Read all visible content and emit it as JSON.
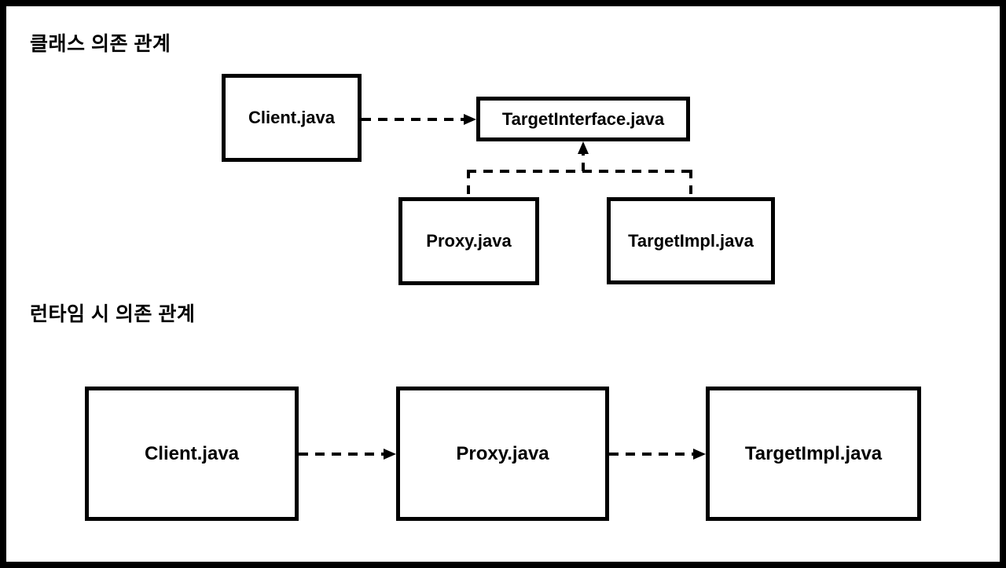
{
  "page": {
    "background_color": "#ffffff",
    "frame_color": "#000000",
    "text_color": "#000000"
  },
  "sections": [
    {
      "id": "class-dependency",
      "title": "클래스 의존 관계"
    },
    {
      "id": "runtime-dependency",
      "title": "런타임 시 의존 관계"
    }
  ],
  "class_diagram": {
    "title": "클래스 의존 관계",
    "nodes": [
      {
        "id": "client",
        "label": "Client.java"
      },
      {
        "id": "targetinterface",
        "label": "TargetInterface.java"
      },
      {
        "id": "proxy",
        "label": "Proxy.java"
      },
      {
        "id": "targetimpl",
        "label": "TargetImpl.java"
      }
    ],
    "edges": [
      {
        "from": "client",
        "to": "targetinterface",
        "style": "dashed",
        "arrow": "solid-filled",
        "kind": "dependency"
      },
      {
        "from": "proxy",
        "to": "targetinterface",
        "style": "dashed",
        "arrow": "solid-filled",
        "kind": "realization"
      },
      {
        "from": "targetimpl",
        "to": "targetinterface",
        "style": "dashed",
        "arrow": "solid-filled",
        "kind": "realization"
      }
    ]
  },
  "runtime_diagram": {
    "title": "런타임 시 의존 관계",
    "nodes": [
      {
        "id": "client",
        "label": "Client.java"
      },
      {
        "id": "proxy",
        "label": "Proxy.java"
      },
      {
        "id": "targetimpl",
        "label": "TargetImpl.java"
      }
    ],
    "edges": [
      {
        "from": "client",
        "to": "proxy",
        "style": "dashed",
        "arrow": "solid-filled",
        "kind": "dependency"
      },
      {
        "from": "proxy",
        "to": "targetimpl",
        "style": "dashed",
        "arrow": "solid-filled",
        "kind": "dependency"
      }
    ]
  }
}
